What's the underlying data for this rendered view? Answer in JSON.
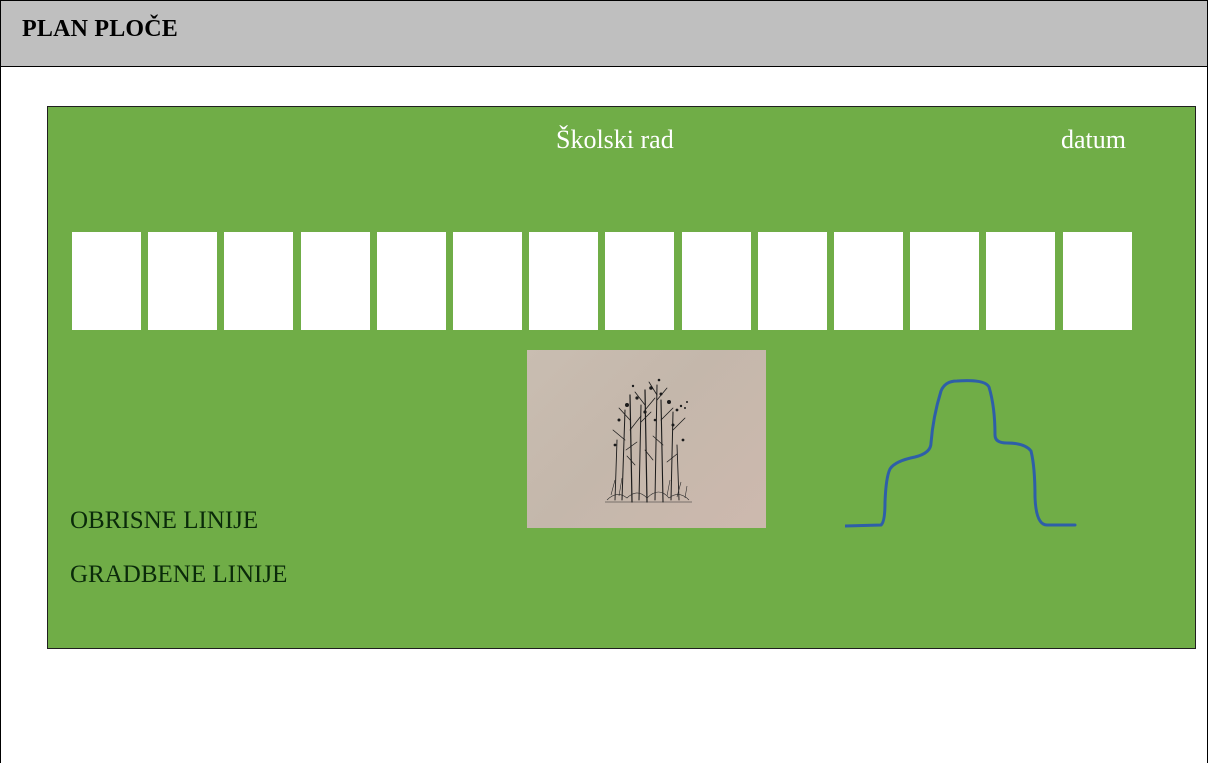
{
  "header": {
    "title": "PLAN PLOČE"
  },
  "board": {
    "title": "Školski rad",
    "date_label": "datum",
    "panel_count": 14,
    "labels": {
      "contour_lines": "OBRISNE LINIJE",
      "construction_lines": "GRADBENE LINIJE"
    },
    "colors": {
      "background": "#70ad47",
      "panels": "#ffffff",
      "outline_stroke": "#2e5fa8",
      "header_band": "#bfbfbf"
    },
    "photo": {
      "subject": "ink drawing of trees"
    }
  }
}
